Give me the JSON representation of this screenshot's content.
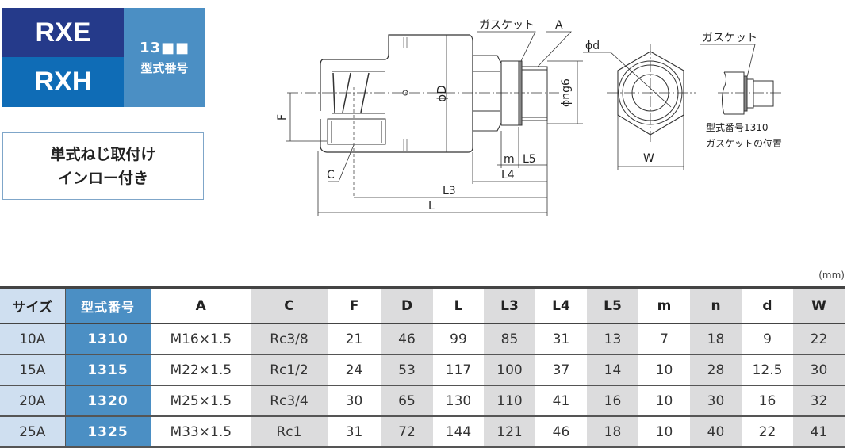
{
  "badge": {
    "series_top": "RXE",
    "series_bottom": "RXH",
    "model_code": "13■■",
    "model_label": "型式番号"
  },
  "feature": {
    "line1": "単式ねじ取付け",
    "line2": "インロー付き"
  },
  "drawing": {
    "gasket": "ガスケット",
    "A": "A",
    "phiD": "ϕD",
    "phing6": "ϕng6",
    "F": "F",
    "C": "C",
    "m": "m",
    "L5": "L5",
    "L4": "L4",
    "L3": "L3",
    "L": "L",
    "phid": "ϕd",
    "W": "W",
    "gasket2": "ガスケット",
    "note1": "型式番号1310",
    "note2": "ガスケットの位置"
  },
  "table": {
    "unit": "(mm)",
    "headers": [
      "サイズ",
      "型式番号",
      "A",
      "C",
      "F",
      "D",
      "L",
      "L3",
      "L4",
      "L5",
      "m",
      "n",
      "d",
      "W"
    ],
    "rows": [
      [
        "10A",
        "1310",
        "M16×1.5",
        "Rc3/8",
        "21",
        "46",
        "99",
        "85",
        "31",
        "13",
        "7",
        "18",
        "9",
        "22"
      ],
      [
        "15A",
        "1315",
        "M22×1.5",
        "Rc1/2",
        "24",
        "53",
        "117",
        "100",
        "37",
        "14",
        "10",
        "28",
        "12.5",
        "30"
      ],
      [
        "20A",
        "1320",
        "M25×1.5",
        "Rc3/4",
        "30",
        "65",
        "130",
        "110",
        "41",
        "16",
        "10",
        "30",
        "16",
        "32"
      ],
      [
        "25A",
        "1325",
        "M33×1.5",
        "Rc1",
        "31",
        "72",
        "144",
        "121",
        "46",
        "18",
        "10",
        "40",
        "22",
        "41"
      ]
    ]
  },
  "colors": {
    "navy": "#253a8a",
    "blue": "#0f6cb6",
    "light_blue": "#4b8fc4",
    "gray_col": "#dcdcdd"
  }
}
